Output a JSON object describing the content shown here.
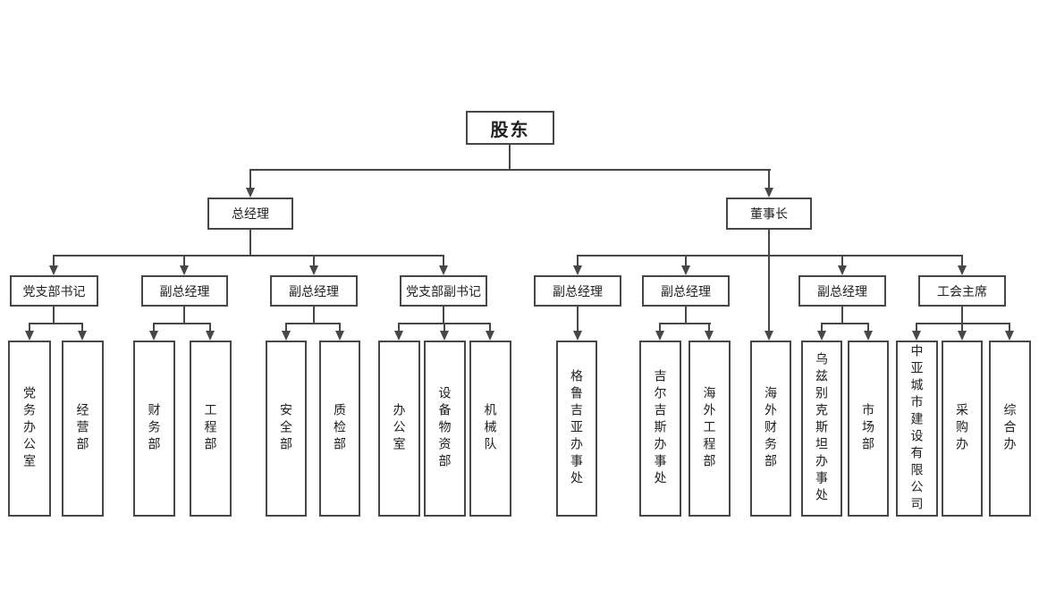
{
  "org": {
    "root": {
      "label": "股东"
    },
    "gm": {
      "label": "总经理",
      "groups": [
        {
          "label": "党支部书记",
          "depts": [
            "党务办公室",
            "经营部"
          ]
        },
        {
          "label": "副总经理",
          "depts": [
            "财务部",
            "工程部"
          ]
        },
        {
          "label": "副总经理",
          "depts": [
            "安全部",
            "质检部"
          ]
        },
        {
          "label": "党支部副书记",
          "depts": [
            "办公室",
            "设备物资部",
            "机械队"
          ]
        }
      ]
    },
    "chairman": {
      "label": "董事长",
      "direct_dept": "海外财务部",
      "groups": [
        {
          "label": "副总经理",
          "depts": [
            "格鲁吉亚办事处"
          ]
        },
        {
          "label": "副总经理",
          "depts": [
            "吉尔吉斯办事处",
            "海外工程部"
          ]
        },
        {
          "label": "副总经理",
          "depts": [
            "乌兹别克斯坦办事处",
            "市场部"
          ]
        },
        {
          "label": "工会主席",
          "depts": [
            "中亚城市建设有限公司",
            "采购办",
            "综合办"
          ]
        }
      ]
    }
  },
  "colors": {
    "line": "#474747",
    "border": "#474747",
    "text": "#1f1f1f",
    "background": "#ffffff"
  }
}
